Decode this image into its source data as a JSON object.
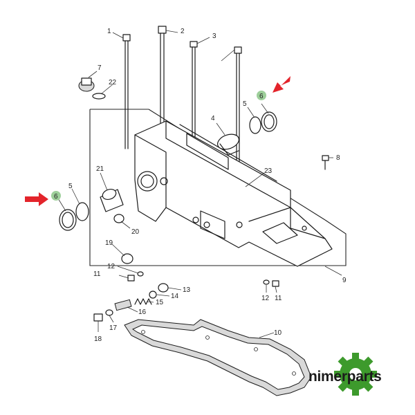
{
  "callouts": {
    "c1": "1",
    "c2": "2",
    "c3": "3",
    "c4": "4",
    "c5_left": "5",
    "c5_right": "5",
    "c6_left": "6",
    "c6_right": "6",
    "c7": "7",
    "c8": "8",
    "c9": "9",
    "c10": "10",
    "c11_left": "11",
    "c11_right": "11",
    "c12_left": "12",
    "c12_right": "12",
    "c13": "13",
    "c14": "14",
    "c15": "15",
    "c16": "16",
    "c17": "17",
    "c18": "18",
    "c19": "19",
    "c20": "20",
    "c21": "21",
    "c22": "22",
    "c23": "23"
  },
  "logo": {
    "text": "nimerparts"
  },
  "colors": {
    "arrow": "#e3242b",
    "highlight": "#9dcf9a",
    "logo_gear": "#3d9a2c",
    "line": "#1a1a1a"
  }
}
